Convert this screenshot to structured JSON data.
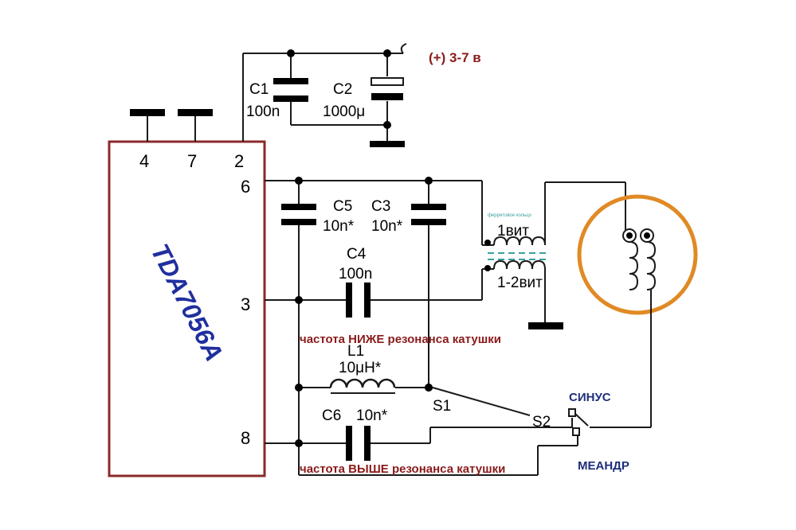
{
  "supply": {
    "label": "(+) 3-7 в"
  },
  "chip": {
    "name": "TDA7056A",
    "pins": {
      "p4": "4",
      "p7": "7",
      "p2": "2",
      "p6": "6",
      "p3": "3",
      "p8": "8"
    }
  },
  "components": {
    "c1": {
      "name": "C1",
      "value": "100n"
    },
    "c2": {
      "name": "C2",
      "value": "1000μ"
    },
    "c5": {
      "name": "C5",
      "value": "10n*"
    },
    "c3": {
      "name": "C3",
      "value": "10n*"
    },
    "c4": {
      "name": "C4",
      "value": "100n"
    },
    "l1": {
      "name": "L1",
      "value": "10μH*"
    },
    "c6": {
      "name": "C6",
      "value": "10n*"
    }
  },
  "transformer": {
    "core": "ферритовое кольцо",
    "primary": "1вит",
    "secondary": "1-2вит"
  },
  "switches": {
    "s1": "S1",
    "s2": "S2",
    "sine": "СИНУС",
    "square": "МЕАНДР"
  },
  "notes": {
    "below": "частота НИЖЕ резонанса катушки",
    "above": "частота ВЫШЕ резонанса катушки"
  },
  "colors": {
    "accent_red": "#8b1a1a",
    "chip_border": "#8b2a2a",
    "chip_label": "#1f2f9e",
    "switch_label": "#1f2f7a",
    "coil_ring": "#e08a25",
    "transformer_core": "#3a9f9f"
  }
}
